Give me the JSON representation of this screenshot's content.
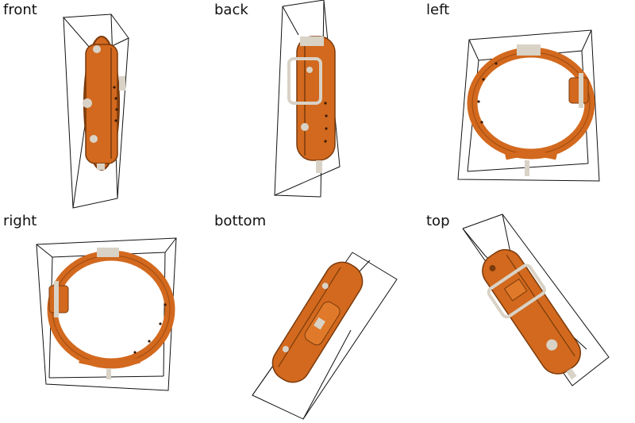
{
  "views": [
    {
      "label": "front"
    },
    {
      "label": "back"
    },
    {
      "label": "left"
    },
    {
      "label": "right"
    },
    {
      "label": "bottom"
    },
    {
      "label": "top"
    }
  ],
  "colors": {
    "collar": "#d2691e",
    "collar_dark": "#9e4a10",
    "hardware": "#d9d2c6",
    "bbox": "#111111",
    "background": "#ffffff"
  }
}
